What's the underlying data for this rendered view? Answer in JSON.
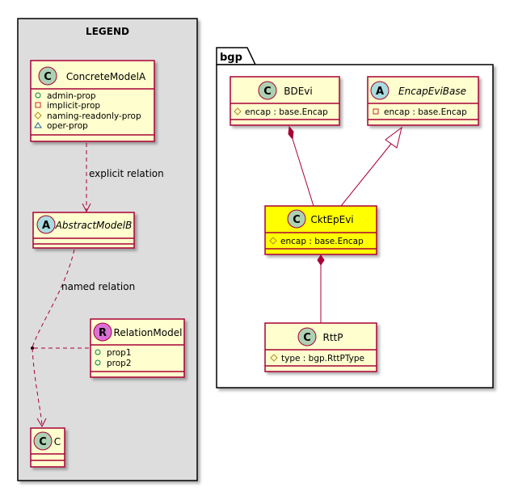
{
  "legend": {
    "title": "LEGEND",
    "concrete": {
      "stereotype": "C",
      "name": "ConcreteModelA",
      "props": [
        {
          "visibility": "public",
          "text": "admin-prop"
        },
        {
          "visibility": "private",
          "text": "implicit-prop"
        },
        {
          "visibility": "protected",
          "text": "naming-readonly-prop"
        },
        {
          "visibility": "package",
          "text": "oper-prop"
        }
      ]
    },
    "explicit_label": "explicit relation",
    "abstract": {
      "stereotype": "A",
      "name": "AbstractModelB"
    },
    "named_label": "named relation",
    "relation": {
      "stereotype": "R",
      "name": "RelationModel",
      "props": [
        {
          "visibility": "public",
          "text": "prop1"
        },
        {
          "visibility": "public",
          "text": "prop2"
        }
      ]
    },
    "c": {
      "stereotype": "C",
      "name": "C"
    }
  },
  "package": {
    "name": "bgp",
    "bdevi": {
      "stereotype": "C",
      "name": "BDEvi",
      "attr": "encap : base.Encap",
      "visibility": "protected"
    },
    "encap_base": {
      "stereotype": "A",
      "name": "EncapEviBase",
      "attr": "encap : base.Encap",
      "visibility": "private"
    },
    "cktep": {
      "stereotype": "C",
      "name": "CktEpEvi",
      "attr": "encap : base.Encap",
      "visibility": "protected"
    },
    "rttp": {
      "stereotype": "C",
      "name": "RttP",
      "attr": "type : bgp.RttPType",
      "visibility": "protected"
    }
  },
  "colors": {
    "class_fill": "#FEFECE",
    "highlight_fill": "#FFFF00",
    "border": "#A80036",
    "legend_bg": "#DDDDDD",
    "circle_c": "#ADD1B2",
    "circle_a": "#A9DCDF",
    "circle_r": "#DA70D6",
    "public": "#038048",
    "private": "#C82930",
    "protected": "#B38D22",
    "package": "#1963A0"
  }
}
